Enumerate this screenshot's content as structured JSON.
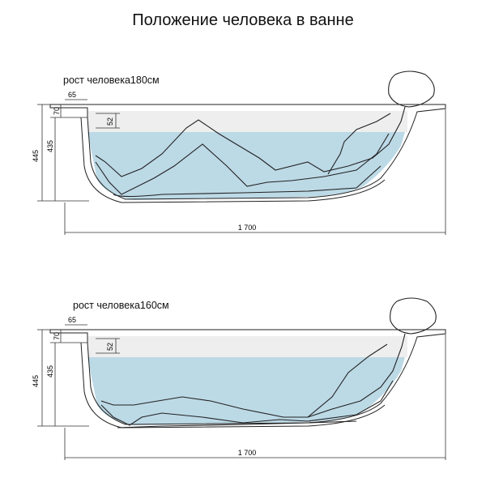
{
  "title": "Положение человека в ванне",
  "diagrams": [
    {
      "caption": "рост человека180см",
      "dims": {
        "rim": "65",
        "rim_thickness": "70",
        "water_gap": "52",
        "outer_height": "445",
        "inner_height": "435",
        "length": "1 700"
      }
    },
    {
      "caption": "рост человека160см",
      "dims": {
        "rim": "65",
        "rim_thickness": "70",
        "water_gap": "52",
        "outer_height": "445",
        "inner_height": "435",
        "length": "1 700"
      }
    }
  ],
  "colors": {
    "water": "#bcd9e6",
    "line": "#222222",
    "dim": "#333333"
  }
}
